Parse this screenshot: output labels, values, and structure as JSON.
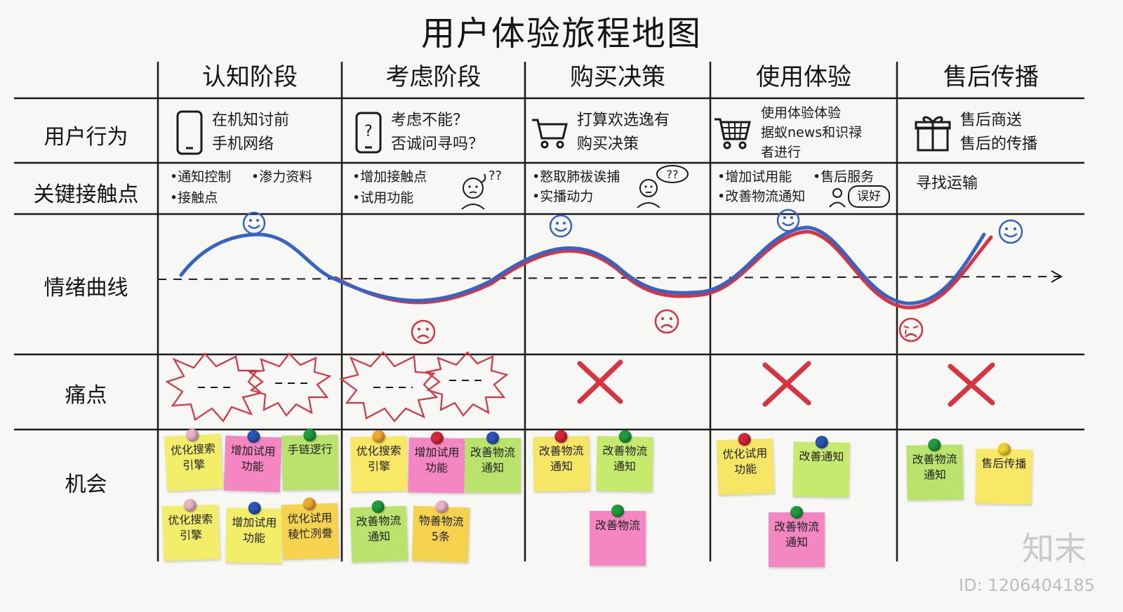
{
  "title": "用户体验旅程地图",
  "stages": [
    "认知阶段",
    "考虑阶段",
    "购买决策",
    "使用体验",
    "售后传播"
  ],
  "row_labels": {
    "behavior": "用户行为",
    "touchpoints": "关键接触点",
    "emotion": "情绪曲线",
    "pain": "痛点",
    "opportunity": "机会"
  },
  "behavior": [
    {
      "icon": "phone-icon",
      "lines": [
        "在机知讨前",
        "手机网络"
      ]
    },
    {
      "icon": "phone-question-icon",
      "lines": [
        "考虑不能？",
        "否诚问寻吗？"
      ]
    },
    {
      "icon": "shopping-cart-icon",
      "lines": [
        "打算欢选逸有",
        "购买决策"
      ]
    },
    {
      "icon": "shopping-basket-icon",
      "lines": [
        "使用体验体验",
        "据蚁news和识禄",
        "者进行"
      ]
    },
    {
      "icon": "gift-icon",
      "lines": [
        "售后商送",
        "售后的传播"
      ]
    }
  ],
  "touchpoints": {
    "s1": [
      "•通知控制",
      "•渗力资料",
      "•接触点"
    ],
    "s2": [
      "•增加接触点",
      "•试用功能"
    ],
    "s3": [
      "•憝取肺祓诶捕",
      "•实播动力"
    ],
    "s4": [
      "•增加试用能",
      "•售后服务",
      "•改善物流通知"
    ],
    "s4_bubble": "误好",
    "s5": [
      "寻找运输"
    ],
    "thought_bubble": "??"
  },
  "pain_markers": [
    "burst",
    "burst",
    "burst",
    "burst",
    "x",
    "x",
    "x"
  ],
  "opportunities": [
    {
      "text": "优化搜索引擎",
      "color": "#f3ee6a",
      "pin": "#e9b5c6"
    },
    {
      "text": "增加试用功能",
      "color": "#f487c2",
      "pin": "#2a55b6"
    },
    {
      "text": "手链逻行",
      "color": "#b9e36d",
      "pin": "#1f9a3c"
    },
    {
      "text": "优化搜索引擎",
      "color": "#f3ee6a",
      "pin": "#e9b5c6"
    },
    {
      "text": "增加试用功能",
      "color": "#f3ee6a",
      "pin": "#2a55b6"
    },
    {
      "text": "优化试用稜忙洌誊",
      "color": "#f6d34e",
      "pin": "#f2a72e"
    },
    {
      "text": "优化搜索引擎",
      "color": "#f8e866",
      "pin": "#f2a72e"
    },
    {
      "text": "增加试用功能",
      "color": "#f487c2",
      "pin": "#d6263a"
    },
    {
      "text": "改善物流通知",
      "color": "#b9e36d",
      "pin": "#2a55b6"
    },
    {
      "text": "改善物流通知",
      "color": "#b9e36d",
      "pin": "#1f9a3c"
    },
    {
      "text": "物善物流5条",
      "color": "#f6d34e",
      "pin": "#e9b5c6"
    },
    {
      "text": "改善物流通知",
      "color": "#f6e665",
      "pin": "#d6263a"
    },
    {
      "text": "改善物流通知",
      "color": "#c6ea6e",
      "pin": "#1f9a3c"
    },
    {
      "text": "改善物流",
      "color": "#f487c2",
      "pin": "#1f9a3c"
    },
    {
      "text": "优化试用功能",
      "color": "#f6e665",
      "pin": "#d6263a"
    },
    {
      "text": "改善通知",
      "color": "#c6ea6e",
      "pin": "#2a55b6"
    },
    {
      "text": "改善物流通知",
      "color": "#f487c2",
      "pin": "#1f9a3c"
    },
    {
      "text": "改善物流通知",
      "color": "#b9e36d",
      "pin": "#1f9a3c"
    },
    {
      "text": "售后传播",
      "color": "#f8e866",
      "pin": "#f2d12e"
    }
  ],
  "watermark": "知末",
  "image_id": "ID: 1206404185",
  "colors": {
    "blue": "#3563c7",
    "red": "#d9333f",
    "ink": "#1a1a1a"
  }
}
